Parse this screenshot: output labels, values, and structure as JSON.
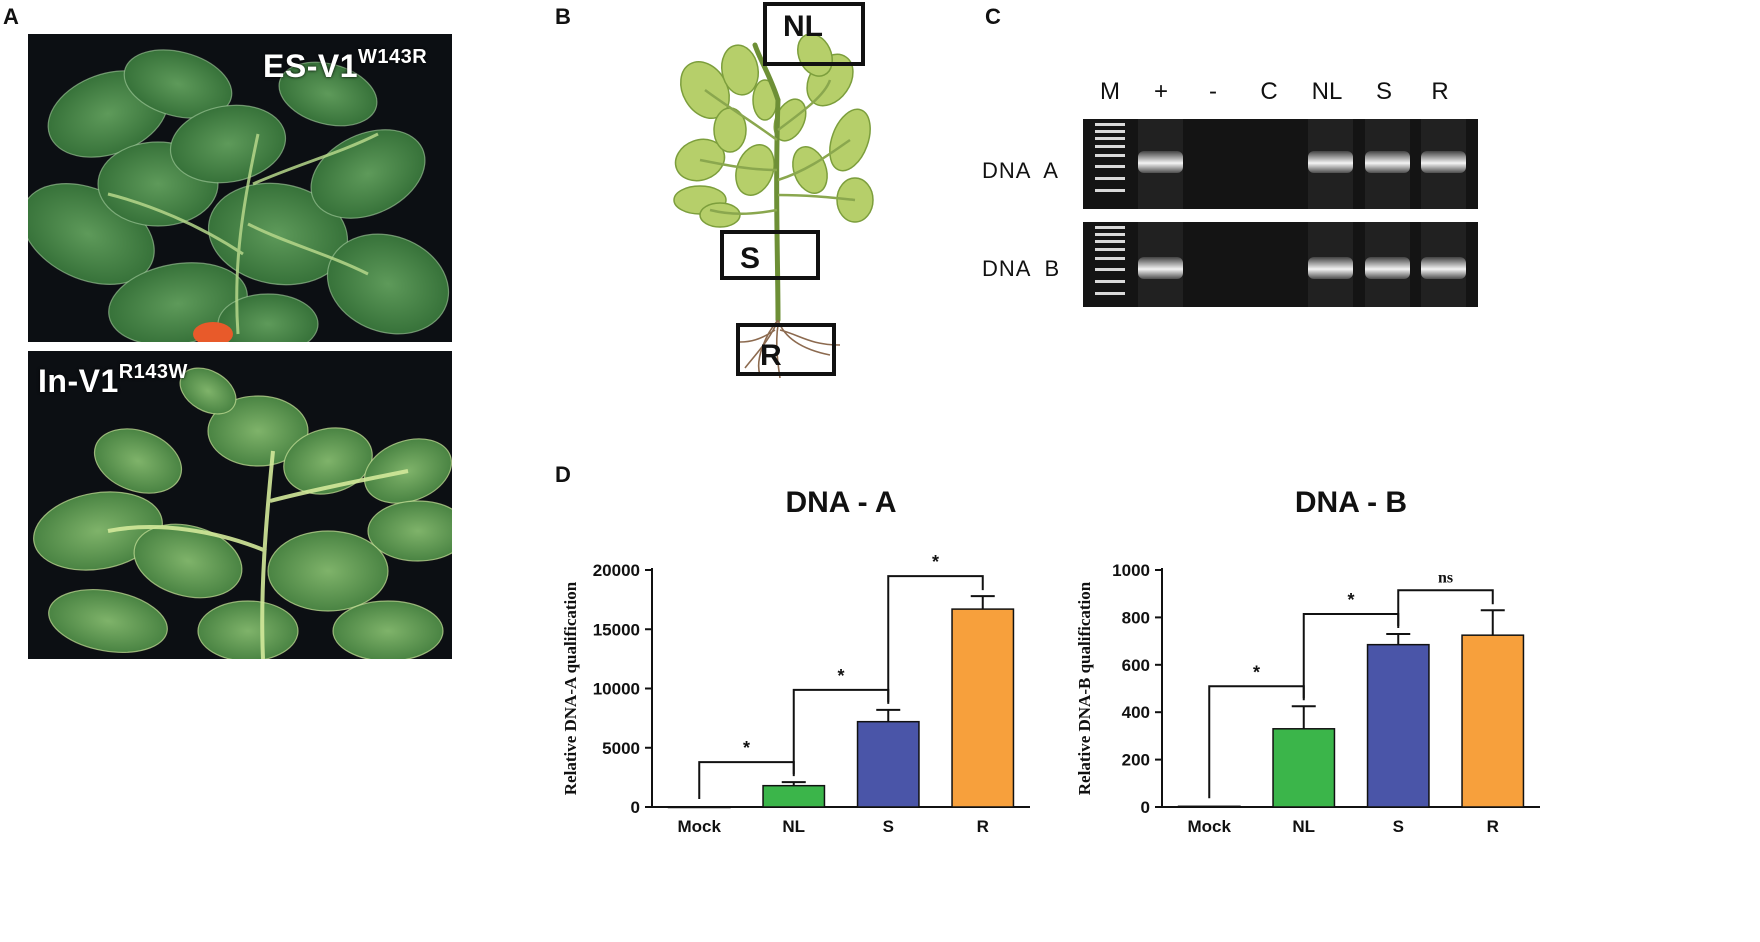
{
  "panel_a": {
    "letter": "A",
    "top_photo_label_base": "ES-V1",
    "top_photo_label_sup": "W143R",
    "bottom_photo_label_base": "In-V1",
    "bottom_photo_label_sup": "R143W"
  },
  "panel_b": {
    "letter": "B",
    "regions": [
      "NL",
      "S",
      "R"
    ]
  },
  "panel_c": {
    "letter": "C",
    "lanes": [
      "M",
      "+",
      "-",
      "C",
      "NL",
      "S",
      "R"
    ],
    "rows": [
      "DNA  A",
      "DNA  B"
    ],
    "band_presence": {
      "DNA  A": [
        true,
        true,
        false,
        false,
        true,
        true,
        true
      ],
      "DNA  B": [
        true,
        true,
        false,
        false,
        true,
        true,
        true
      ]
    }
  },
  "panel_d": {
    "letter": "D"
  },
  "chart_data": [
    {
      "type": "bar",
      "title": "DNA - A",
      "ylabel": "Relative DNA-A qualification",
      "categories": [
        "Mock",
        "NL",
        "S",
        "R"
      ],
      "values": [
        0,
        1800,
        7200,
        16700
      ],
      "errors": [
        0,
        300,
        1000,
        1100
      ],
      "colors": [
        "#ffffff",
        "#3bb54a",
        "#4a55a8",
        "#f7a03c"
      ],
      "ylim": [
        0,
        20000
      ],
      "yticks": [
        0,
        5000,
        10000,
        15000,
        20000
      ],
      "comparisons": [
        {
          "from": 0,
          "to": 1,
          "label": "*"
        },
        {
          "from": 1,
          "to": 2,
          "label": "*"
        },
        {
          "from": 2,
          "to": 3,
          "label": "*"
        }
      ]
    },
    {
      "type": "bar",
      "title": "DNA - B",
      "ylabel": "Relative DNA-B qualification",
      "categories": [
        "Mock",
        "NL",
        "S",
        "R"
      ],
      "values": [
        3,
        330,
        685,
        725
      ],
      "errors": [
        0,
        95,
        45,
        105
      ],
      "colors": [
        "#ffffff",
        "#3bb54a",
        "#4a55a8",
        "#f7a03c"
      ],
      "ylim": [
        0,
        1000
      ],
      "yticks": [
        0,
        200,
        400,
        600,
        800,
        1000
      ],
      "comparisons": [
        {
          "from": 0,
          "to": 1,
          "label": "*"
        },
        {
          "from": 1,
          "to": 2,
          "label": "*"
        },
        {
          "from": 2,
          "to": 3,
          "label": "ns"
        }
      ]
    }
  ]
}
